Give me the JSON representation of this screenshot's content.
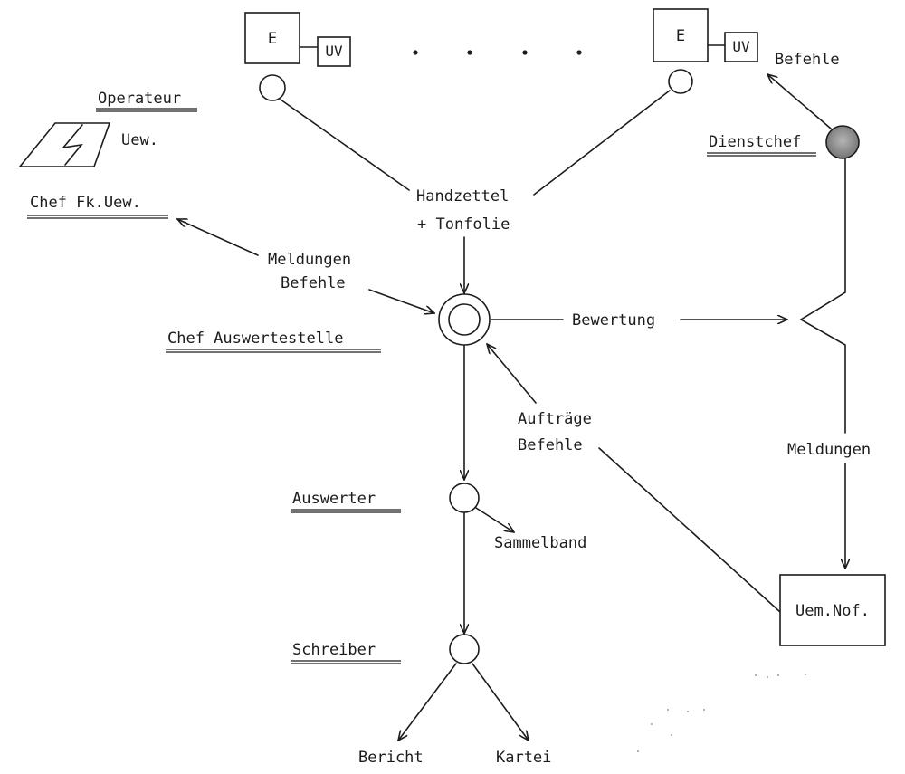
{
  "nodes": {
    "receiver_left": {
      "box": "E",
      "sub": "UV"
    },
    "receiver_right": {
      "box": "E",
      "sub": "UV"
    },
    "operateur": "Operateur",
    "operateur_sub": "Uew.",
    "chef_fk": "Chef Fk.Uew.",
    "dienstchef": "Dienstchef",
    "chef_auswertestelle": "Chef Auswertestelle",
    "auswerter": "Auswerter",
    "schreiber": "Schreiber",
    "uem_nof": "Uem.Nof."
  },
  "edges": {
    "handzettel_1": "Handzettel",
    "handzettel_2": "+ Tonfolie",
    "meldungen_left_1": "Meldungen",
    "meldungen_left_2": "Befehle",
    "bewertung": "Bewertung",
    "befehle_top": "Befehle",
    "auftraege_1": "Aufträge",
    "auftraege_2": "Befehle",
    "meldungen_right": "Meldungen",
    "sammelband": "Sammelband",
    "bericht": "Bericht",
    "kartei": "Kartei"
  },
  "colors": {
    "ink": "#1c1c1c",
    "paper": "#ffffff",
    "dienstchef_fill": "#8a8a8a"
  }
}
